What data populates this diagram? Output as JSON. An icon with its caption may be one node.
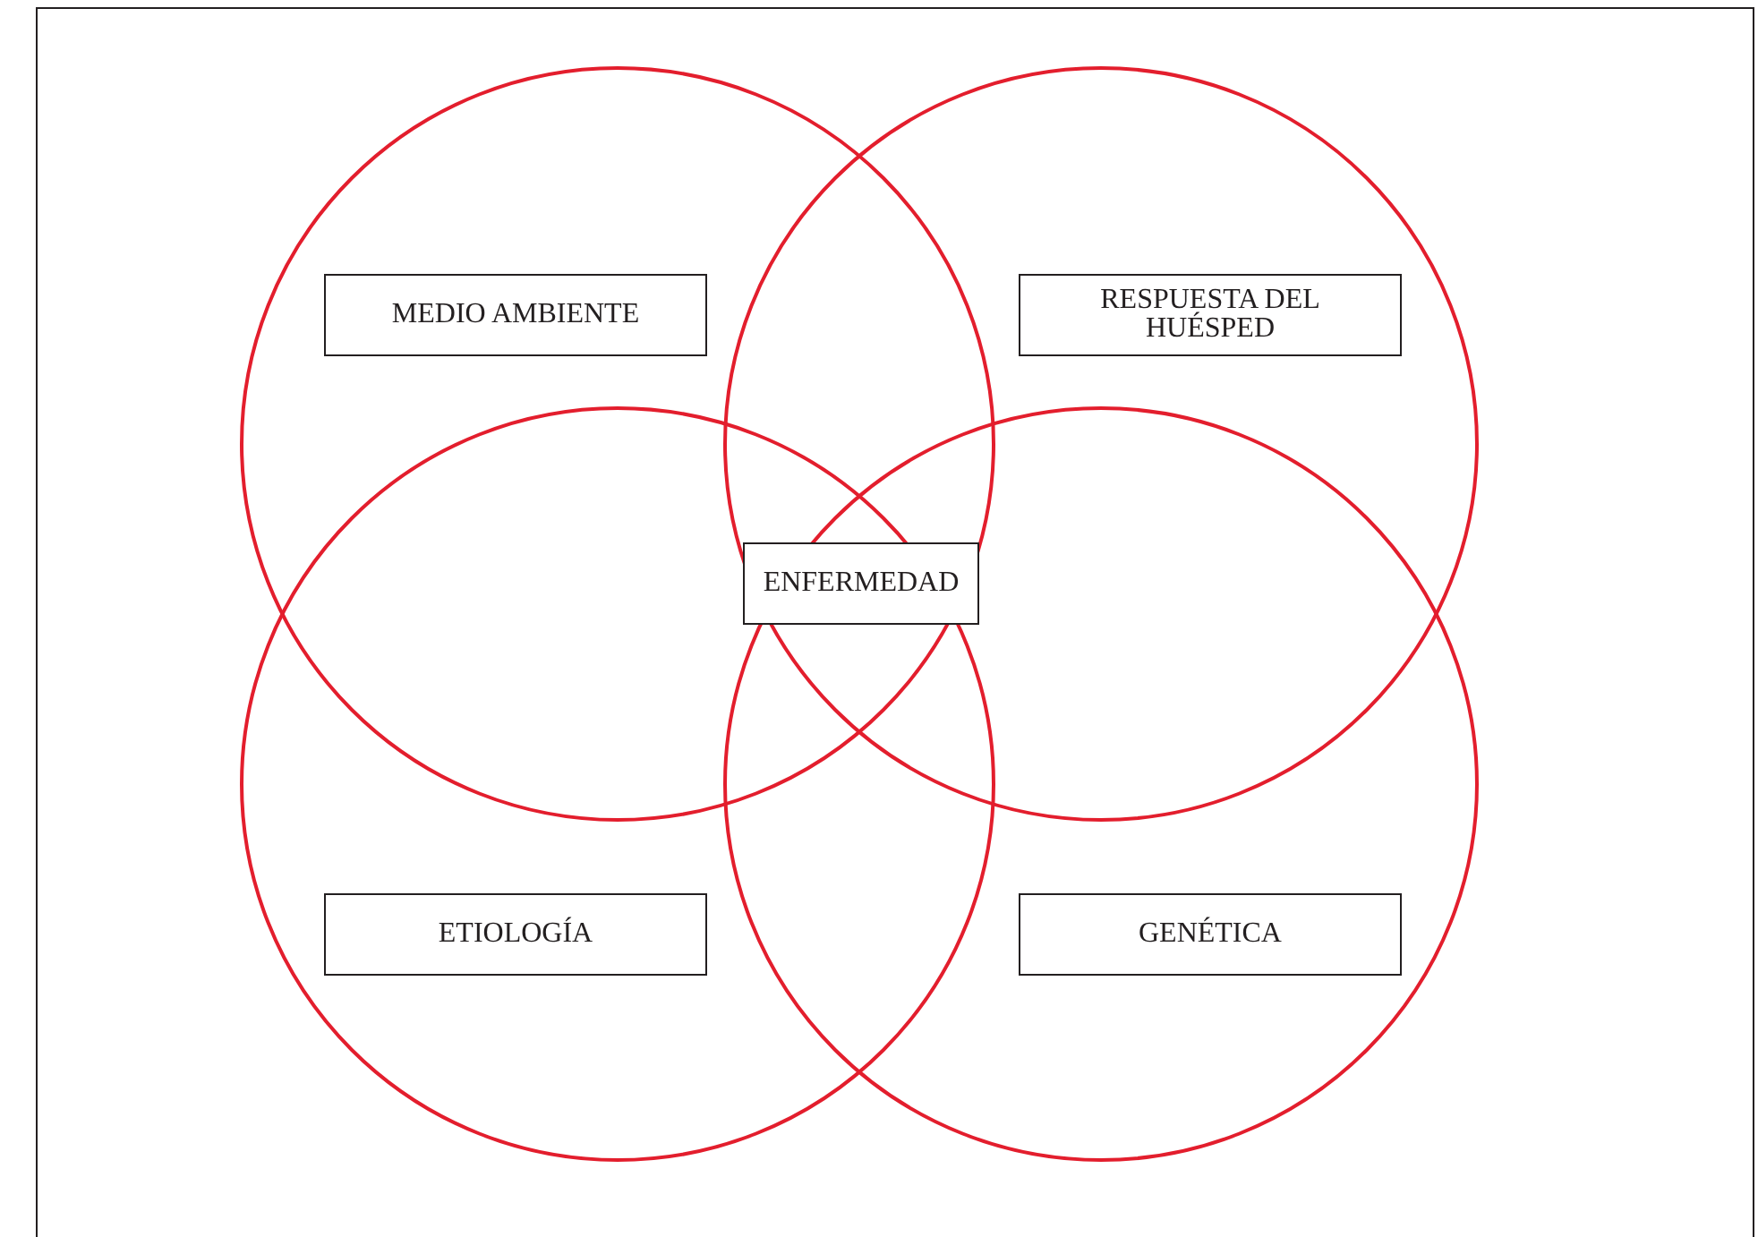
{
  "diagram": {
    "nodes": [
      {
        "text": [],
        "shape": "circle"
      },
      {
        "text": [
          "MEDIO AMBIENTE"
        ],
        "in": 0
      },
      {
        "text": [],
        "shape": "circle"
      },
      {
        "text": [
          "RESPUESTA DEL HUÉSPED"
        ],
        "in": 2
      },
      {
        "text": [
          "ENFERMEDAD"
        ]
      },
      {
        "text": [],
        "shape": "circle"
      },
      {
        "text": [
          "ETIOLOGÍA"
        ],
        "in": 5
      },
      {
        "text": [],
        "shape": "circle"
      },
      {
        "text": [
          "GENÉTICA"
        ],
        "in": 7
      }
    ]
  }
}
